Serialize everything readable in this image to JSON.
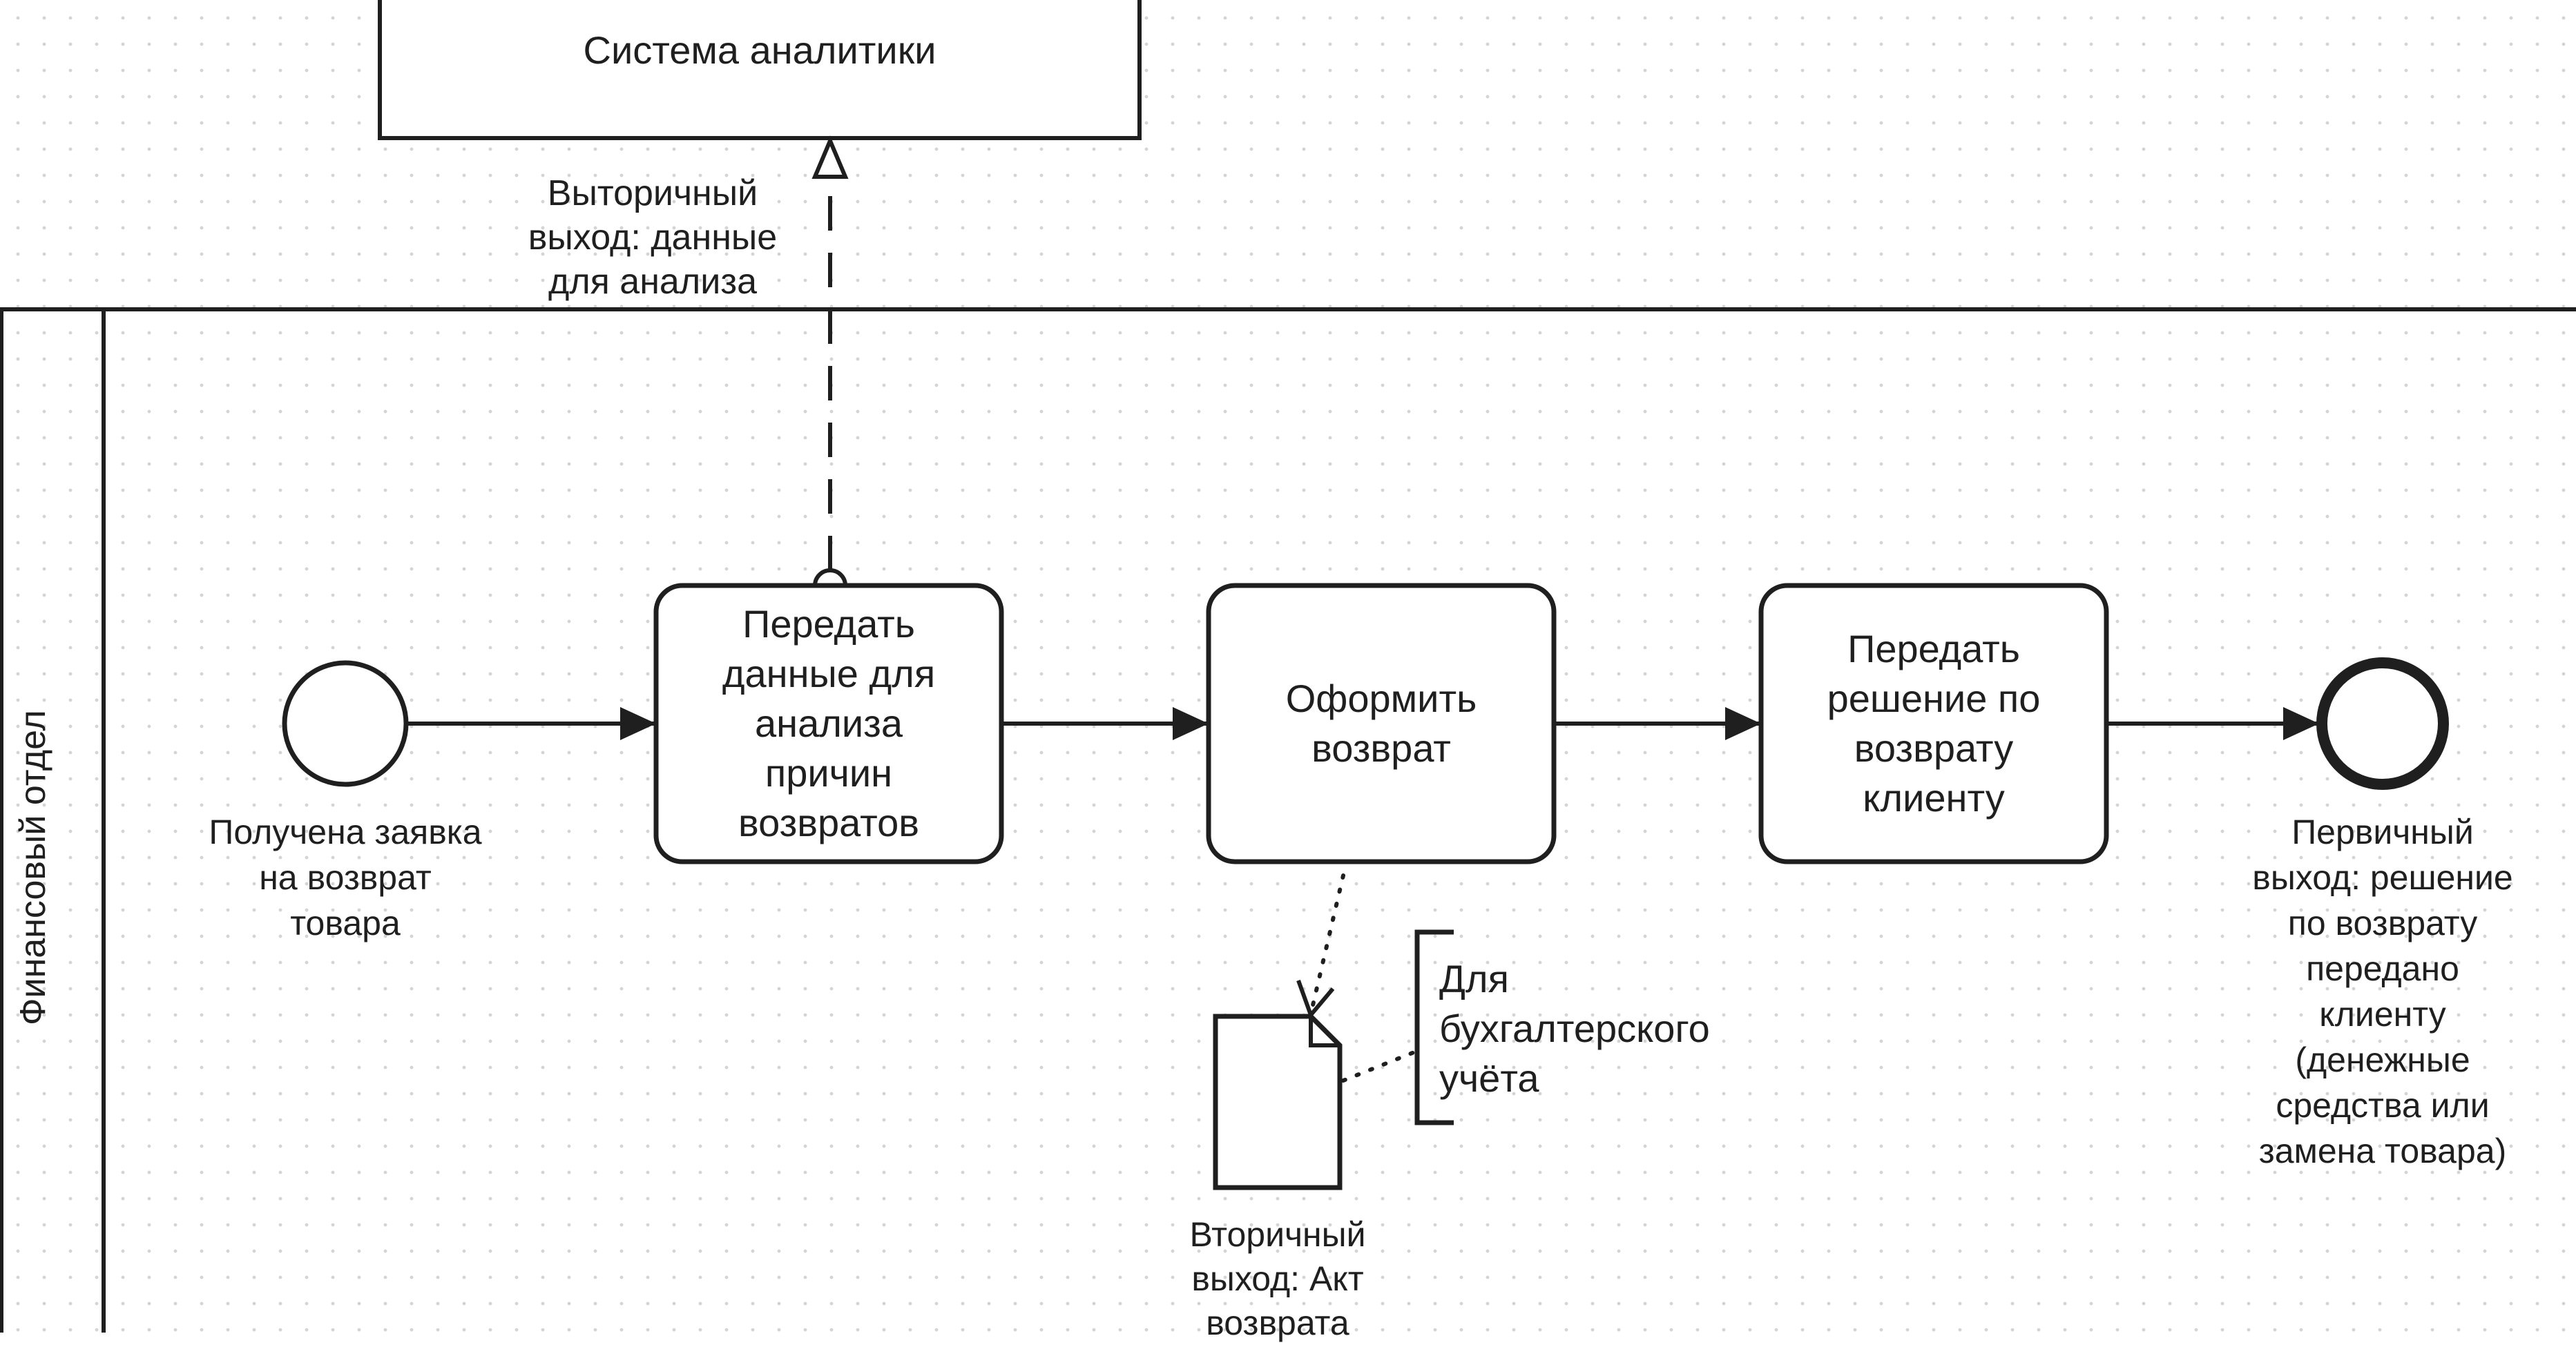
{
  "pool": {
    "lane_title": "Финансовый отдел"
  },
  "external": {
    "label": "Система аналитики"
  },
  "events": {
    "start_label": "Получена заявка\nна возврат\nтовара",
    "end_label": "Первичный\nвыход: решение\nпо возврату\nпередано\nклиенту\n(денежные\nсредства или\nзамена товара)"
  },
  "tasks": [
    {
      "label": "Передать\nданные для\nанализа\nпричин\nвозвратов"
    },
    {
      "label": "Оформить\nвозврат"
    },
    {
      "label": "Передать\nрешение по\nвозврату\nклиенту"
    }
  ],
  "message_flow": {
    "label": "Выторичный\nвыход: данные\nдля анализа"
  },
  "data_object": {
    "label": "Вторичный\nвыход: Акт\nвозврата"
  },
  "annotation": {
    "text": "Для\nбухгалтерского\nучёта"
  }
}
